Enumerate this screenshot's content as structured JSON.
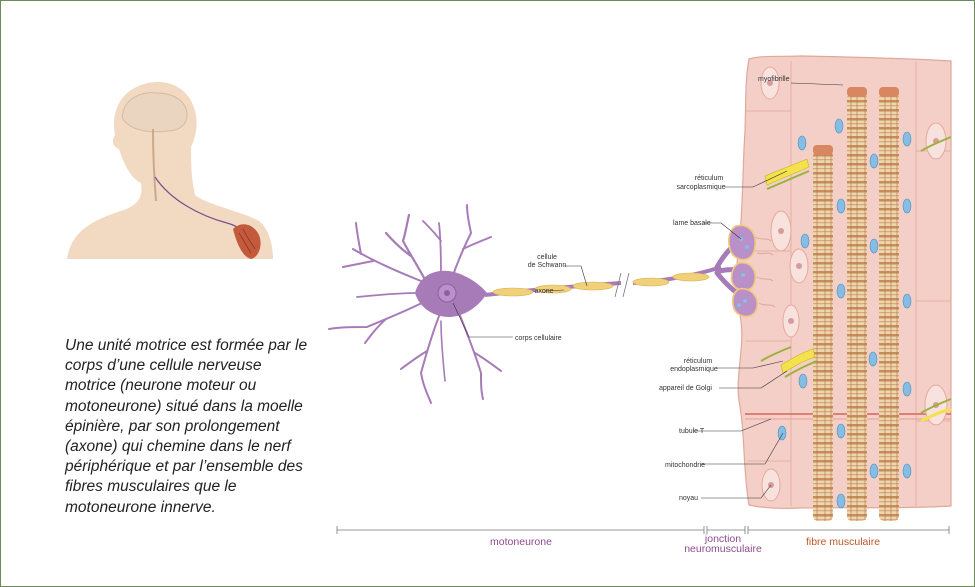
{
  "caption": "Une unité motrice est formée par le corps d’une cellule nerveuse motrice (neurone moteur ou motoneurone) situé dans la moelle épinière, par son prolongement (axone) qui chemine dans le nerf périphérique et par l’ensemble des fibres musculaires que le motoneurone innerve.",
  "labels": {
    "schwann_1": "cellule",
    "schwann_2": "de Schwann",
    "axone": "axone",
    "corps_cellulaire": "corps cellulaire",
    "myofibrille": "myofibrille",
    "reticulum_sarco_1": "réticulum",
    "reticulum_sarco_2": "sarcoplasmique",
    "lame_basale": "lame basale",
    "reticulum_endo_1": "réticulum",
    "reticulum_endo_2": "endoplasmique",
    "golgi": "appareil de Golgi",
    "tubule_t": "tubule T",
    "mitochondrie": "mitochondrie",
    "noyau": "noyau"
  },
  "sections": {
    "motoneurone": "motoneurone",
    "jonction_1": "jonction",
    "jonction_2": "neuromusculaire",
    "fibre": "fibre musculaire"
  },
  "colors": {
    "frame": "#6e8a58",
    "neuron": "#a77bb8",
    "schwann": "#f1d07a",
    "muscle": "#f4cfc7",
    "myofibril": "#e6cba2",
    "mitochondria": "#86bde2",
    "golgi": "#f3e24c",
    "section_neuron": "#8e4a8e",
    "section_muscle": "#c0562a"
  }
}
